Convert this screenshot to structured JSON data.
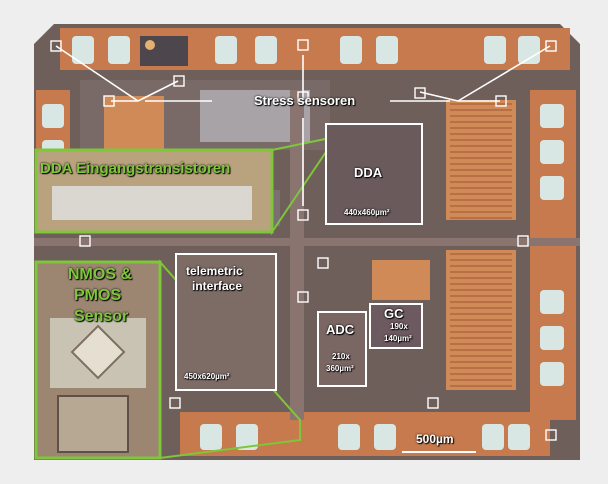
{
  "photo": {
    "subject": "Micrograph of an integrated circuit die with labeled functional blocks",
    "colors": {
      "background": "#eeeeee",
      "die": "#6f5f5a",
      "metal": "#d98a55",
      "highlight_green": "#7ec63a",
      "box_white": "#ffffff"
    }
  },
  "labels": {
    "stress_sensors": "Stress sensoren",
    "dda_inset": "DDA Eingangstransistoren",
    "dda": "DDA",
    "dda_size": "440x460µm²",
    "nmos_line1": "NMOS &",
    "nmos_line2": "PMOS",
    "nmos_line3": "Sensor",
    "telemetric_line1": "telemetric",
    "telemetric_line2": "interface",
    "telemetric_size": "450x620µm²",
    "adc": "ADC",
    "adc_size_line1": "210x",
    "adc_size_line2": "360µm²",
    "gc": "GC",
    "gc_size_line1": "190x",
    "gc_size_line2": "140µm²",
    "scale": "500µm"
  }
}
